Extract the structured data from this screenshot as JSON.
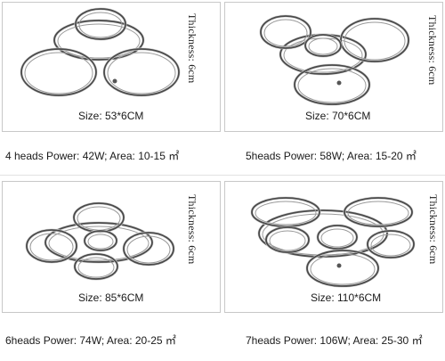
{
  "panels": [
    {
      "size": "Size: 53*6CM",
      "thickness": "Thickness: 6cm",
      "spec": "4 heads  Power: 42W; Area: 10-15 ㎡",
      "ring_icon": "ceiling-lamp-rings"
    },
    {
      "size": "Size: 70*6CM",
      "thickness": "Thickness: 6cm",
      "spec": "5heads  Power: 58W; Area: 15-20 ㎡",
      "ring_icon": "ceiling-lamp-rings"
    },
    {
      "size": "Size: 85*6CM",
      "thickness": "Thickness: 6cm",
      "spec": "6heads  Power: 74W; Area: 20-25 ㎡",
      "ring_icon": "ceiling-lamp-rings"
    },
    {
      "size": "Size: 110*6CM",
      "thickness": "Thickness: 6cm",
      "spec": "7heads  Power: 106W; Area: 25-30 ㎡",
      "ring_icon": "ceiling-lamp-rings"
    }
  ],
  "colors": {
    "ring": "#4a4a4a",
    "border": "#c8c8c8",
    "text": "#1a1a1a"
  }
}
